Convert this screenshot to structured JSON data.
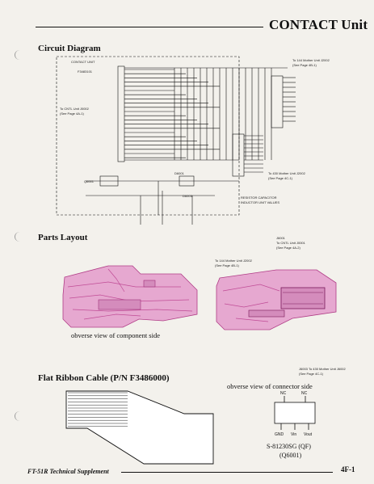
{
  "page": {
    "title": "CONTACT Unit",
    "footer_left": "FT-51R Technical Supplement",
    "page_number": "4F-1"
  },
  "sections": {
    "circuit": "Circuit Diagram",
    "parts": "Parts Layout",
    "ribbon": "Flat Ribbon Cable (P/N F3486000)"
  },
  "captions": {
    "component_side": "obverse view of component side",
    "connector_side": "obverse view of connector side"
  },
  "ic": {
    "part": "S-81230SG (QF)",
    "ref": "(Q6001)",
    "pin_nc_left": "NC",
    "pin_nc_right": "NC",
    "pin_gnd": "GND",
    "pin_vin": "Vin",
    "pin_vout": "Vout"
  },
  "colors": {
    "pcb_fill": "#e6a8d0",
    "pcb_trace": "#c04c96",
    "ink": "#111111",
    "paper": "#f3f1ec"
  }
}
